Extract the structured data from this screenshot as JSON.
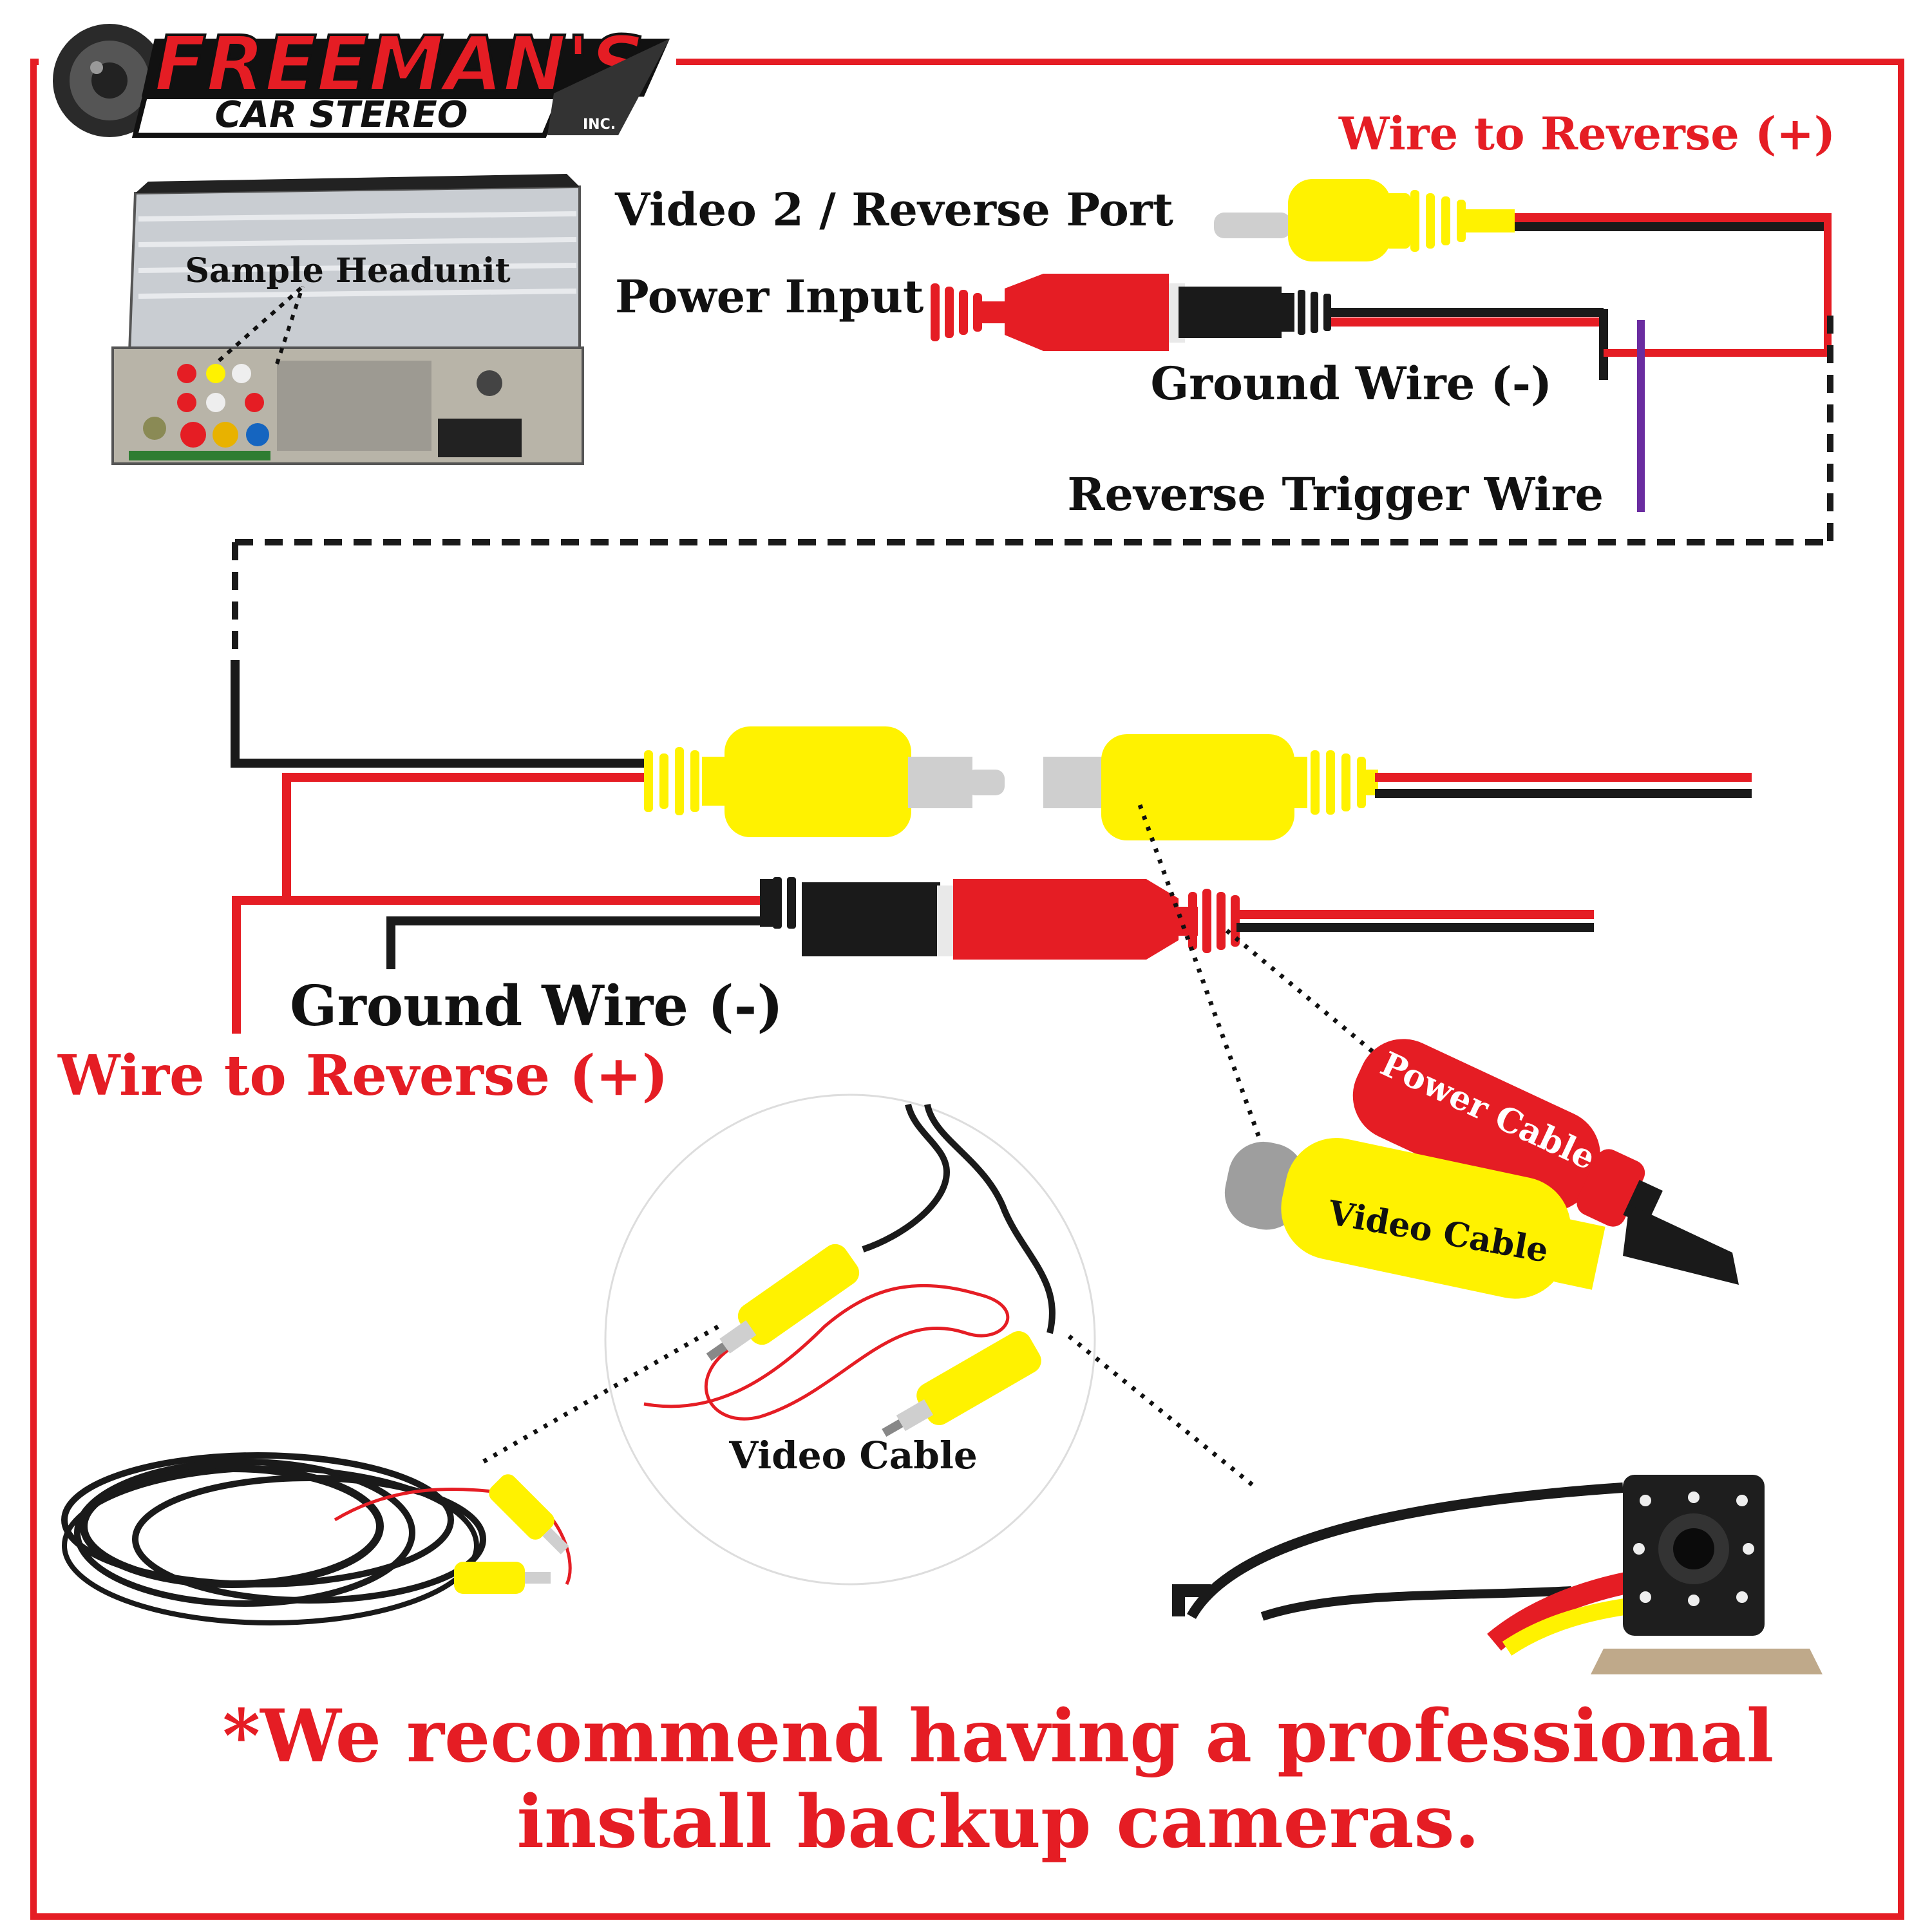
{
  "brand": {
    "name": "FREEMAN'S",
    "sub": "CAR STEREO",
    "suffix": "INC."
  },
  "colors": {
    "red": "#e51d24",
    "black": "#1a1a1a",
    "yellow": "#fff200",
    "gray": "#cfcfcf",
    "purple": "#6a2ca0",
    "border": "#e51d24"
  },
  "labels": {
    "sample_headunit": "Sample Headunit",
    "video_port": "Video 2 / Reverse Port",
    "power_input": "Power Input",
    "wire_reverse_top": "Wire to Reverse (+)",
    "ground_top": "Ground Wire (-)",
    "reverse_trigger": "Reverse Trigger Wire",
    "ground_bottom": "Ground Wire (-)",
    "wire_reverse_bottom": "Wire to Reverse (+)",
    "power_cable": "Power Cable",
    "video_cable": "Video Cable",
    "video_cable_circle": "Video Cable"
  },
  "footer": {
    "line1": "*We recommend having a professional",
    "line2": "install backup cameras."
  }
}
